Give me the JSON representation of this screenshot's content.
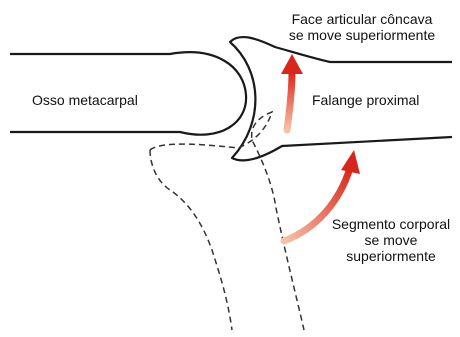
{
  "labels": {
    "metacarpal": "Osso metacarpal",
    "proximal_phalanx": "Falange proximal",
    "articular_face_line1": "Face articular côncava",
    "articular_face_line2": "se move superiormente",
    "body_segment_line1": "Segmento corporal",
    "body_segment_line2": "se move",
    "body_segment_line3": "superiormente"
  },
  "colors": {
    "outline": "#1a1a1a",
    "arrow_start": "#f7c3a8",
    "arrow_end": "#d9261c"
  }
}
